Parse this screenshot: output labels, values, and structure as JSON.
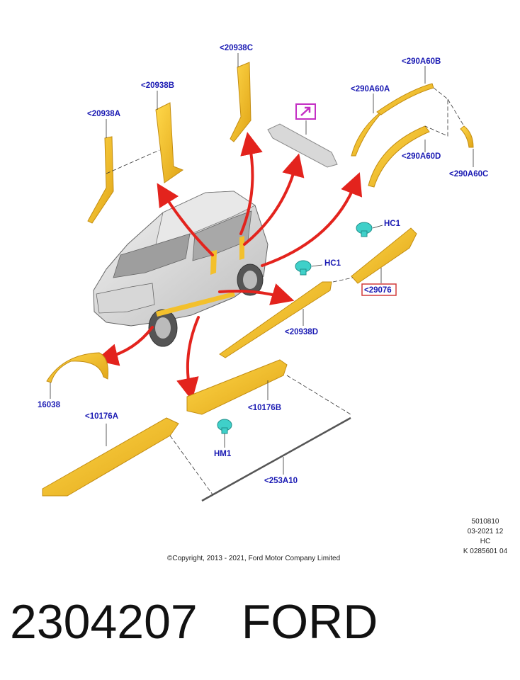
{
  "labels": {
    "a20938C": "<20938C",
    "a20938B": "<20938B",
    "a20938A": "<20938A",
    "a290A60B": "<290A60B",
    "a290A60A": "<290A60A",
    "a290A60D": "<290A60D",
    "a290A60C": "<290A60C",
    "hc1_upper": "HC1",
    "hc1_lower": "HC1",
    "a29076": "<29076",
    "a20938D": "<20938D",
    "a16038": "16038",
    "a10176A": "<10176A",
    "a10176B": "<10176B",
    "hm1": "HM1",
    "a253A10": "<253A10"
  },
  "meta": {
    "line1": "5010810",
    "line2": "03-2021 12",
    "line3": "HC",
    "line4": "K 0285601 04"
  },
  "copyright": "©Copyright, 2013 - 2021, Ford Motor Company Limited",
  "footer": {
    "part_number": "2304207",
    "brand": "FORD"
  },
  "colors": {
    "part_fill": "#f3c02c",
    "part_stroke": "#c38d12",
    "arrow": "#e3231d",
    "label": "#1a1ab3",
    "highlight": "#d23a3a",
    "magenta": "#c42fc4",
    "clip": "#3fd0c9"
  }
}
